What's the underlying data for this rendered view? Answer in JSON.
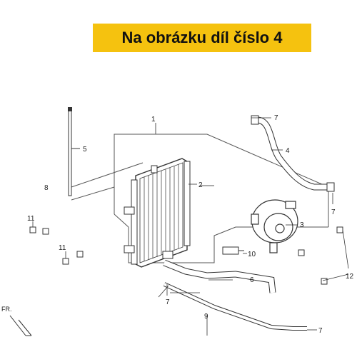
{
  "banner": {
    "text": "Na obrázku díl číslo 4",
    "background": "#F5C20F",
    "text_color": "#111111"
  },
  "direction_label": "FR.",
  "callouts": {
    "c1": "1",
    "c2": "2",
    "c3": "3",
    "c4": "4",
    "c5": "5",
    "c6": "6",
    "c7a": "7",
    "c7b": "7",
    "c7c": "7",
    "c7d": "7",
    "c8": "8",
    "c9": "9",
    "c10": "10",
    "c11a": "11",
    "c11b": "11",
    "c12": "12"
  },
  "colors": {
    "line": "#333333",
    "dashed_frame": "#555555"
  }
}
